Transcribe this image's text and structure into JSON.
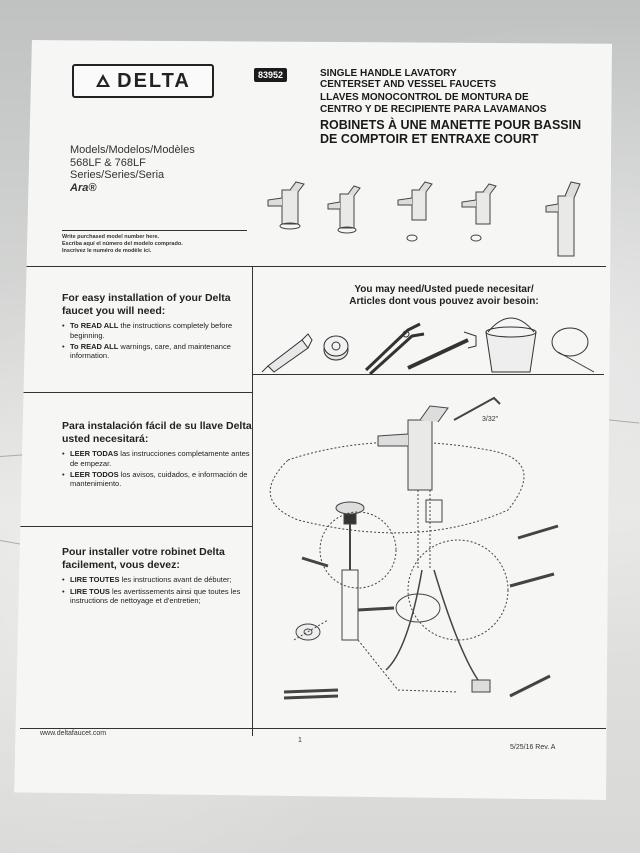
{
  "header": {
    "brand": "DELTA",
    "doc_number": "83952",
    "title_en_1": "SINGLE HANDLE LAVATORY",
    "title_en_2": "CENTERSET AND VESSEL FAUCETS",
    "title_es_1": "LLAVES MONOCONTROL DE MONTURA DE",
    "title_es_2": "CENTRO Y DE RECIPIENTE PARA LAVAMANOS",
    "title_fr_1": "ROBINETS À UNE MANETTE POUR BASSIN",
    "title_fr_2": "DE COMPTOIR ET ENTRAXE COURT"
  },
  "models": {
    "line1": "Models/Modelos/Modèles",
    "line2": "568LF & 768LF",
    "line3": "Series/Series/Seria",
    "line4": "Ara®"
  },
  "write_model": {
    "en": "Write purchased model number here.",
    "es": "Escriba aquí el número del modelo comprado.",
    "fr": "Inscrivez le numéro de modèle ici."
  },
  "english": {
    "heading": "For easy installation of your Delta faucet you will need:",
    "items": [
      {
        "bold": "To READ ALL",
        "text": " the instructions completely before beginning."
      },
      {
        "bold": "To READ ALL",
        "text": " warnings, care, and maintenance information."
      }
    ]
  },
  "spanish": {
    "heading": "Para instalación fácil de su llave Delta usted necesitará:",
    "items": [
      {
        "bold": "LEER TODAS",
        "text": " las instrucciones completamente antes de empezar."
      },
      {
        "bold": "LEER TODOS",
        "text": " los avisos, cuidados, e información de mantenimiento."
      }
    ]
  },
  "french": {
    "heading": "Pour installer votre robinet Delta facilement, vous devez:",
    "items": [
      {
        "bold": "LIRE TOUTES",
        "text": " les instructions avant de débuter;"
      },
      {
        "bold": "LIRE TOUS",
        "text": " les avertissements ainsi que toutes les instructions de nettoyage et d'entretien;"
      }
    ]
  },
  "tools": {
    "title_1": "You may need/Usted puede necesitar/",
    "title_2": "Articles dont vous pouvez avoir besoin:"
  },
  "diagram": {
    "dimension": "3/32\""
  },
  "footer": {
    "url": "www.deltafaucet.com",
    "page": "1",
    "date": "5/25/16   Rev. A"
  }
}
